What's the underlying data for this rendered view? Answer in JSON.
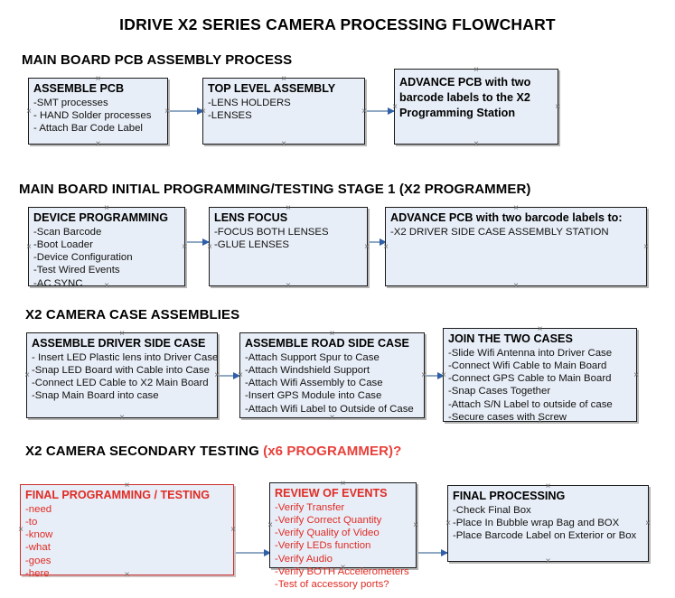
{
  "document": {
    "title": "IDRIVE X2  SERIES CAMERA PROCESSING FLOWCHART"
  },
  "sections": [
    {
      "id": "main-board-pcb-assembly-process",
      "heading": "MAIN BOARD PCB ASSEMBLY PROCESS",
      "heading_accent": "",
      "nodes": [
        {
          "id": "assemble-pcb",
          "title": "ASSEMBLE PCB",
          "lines": [
            "-SMT processes",
            "- HAND Solder processes",
            "- Attach Bar Code Label"
          ],
          "color": "black"
        },
        {
          "id": "top-level-assembly",
          "title": "TOP LEVEL ASSEMBLY",
          "lines": [
            "-LENS HOLDERS",
            "-LENSES"
          ],
          "color": "black"
        },
        {
          "id": "advance-pcb-to-x2-programming-station",
          "title": "ADVANCE PCB with two barcode labels to the  X2 Programming Station",
          "lines": [],
          "color": "black"
        }
      ]
    },
    {
      "id": "main-board-initial-programming-testing-stage-1",
      "heading": "MAIN BOARD INITIAL PROGRAMMING/TESTING STAGE 1 (X2 PROGRAMMER)",
      "heading_accent": "",
      "nodes": [
        {
          "id": "device-programming",
          "title": "DEVICE PROGRAMMING",
          "lines": [
            "-Scan Barcode",
            "-Boot Loader",
            "-Device Configuration",
            "-Test Wired Events",
            "-AC SYNC"
          ],
          "color": "black"
        },
        {
          "id": "lens-focus",
          "title": "LENS FOCUS",
          "lines": [
            "-FOCUS BOTH LENSES",
            "-GLUE LENSES"
          ],
          "color": "black"
        },
        {
          "id": "advance-pcb-to-driver-side-case-assembly",
          "title": "ADVANCE PCB with two barcode labels to:",
          "lines": [
            "-X2 DRIVER  SIDE  CASE  ASSEMBLY STATION"
          ],
          "color": "black"
        }
      ]
    },
    {
      "id": "x2-camera-case-assemblies",
      "heading": "X2 CAMERA CASE ASSEMBLIES",
      "heading_accent": "",
      "nodes": [
        {
          "id": "assemble-driver-side-case",
          "title": "ASSEMBLE DRIVER SIDE CASE",
          "lines": [
            "- Insert LED Plastic lens into Driver Case",
            "-Snap LED Board with Cable into Case",
            "-Connect LED Cable to X2 Main Board",
            "-Snap Main Board into case"
          ],
          "color": "black"
        },
        {
          "id": "assemble-road-side-case",
          "title": "ASSEMBLE ROAD SIDE CASE",
          "lines": [
            "-Attach Support Spur to Case",
            "-Attach Windshield Support",
            "-Attach Wifi Assembly to Case",
            "-Insert GPS Module into Case",
            "-Attach Wifi Label to Outside of Case"
          ],
          "color": "black"
        },
        {
          "id": "join-the-two-cases",
          "title": "JOIN THE TWO CASES",
          "lines": [
            "-Slide Wifi Antenna into Driver Case",
            "-Connect Wifi Cable to Main Board",
            "-Connect GPS Cable to Main Board",
            "-Snap Cases Together",
            "-Attach S/N Label to outside of case",
            "-Secure cases with Screw"
          ],
          "color": "black"
        }
      ]
    },
    {
      "id": "x2-camera-secondary-testing",
      "heading": "X2 CAMERA SECONDARY TESTING ",
      "heading_accent": "(x6 PROGRAMMER)?",
      "nodes": [
        {
          "id": "final-programming-testing",
          "title": "FINAL PROGRAMMING / TESTING",
          "lines": [
            "-need",
            "-to",
            "-know",
            "-what",
            "-goes",
            "-here"
          ],
          "color": "red"
        },
        {
          "id": "review-of-events",
          "title": "REVIEW OF EVENTS",
          "lines": [
            "-Verify Transfer",
            "-Verify Correct Quantity",
            "-Verify Quality of Video",
            "-Verify LEDs function",
            "-Verify Audio",
            "-Verify BOTH Accelerometers",
            "-Test of accessory ports?"
          ],
          "color": "red"
        },
        {
          "id": "final-processing",
          "title": "FINAL PROCESSING",
          "lines": [
            " -Check Final Box",
            "-Place In Bubble wrap Bag and BOX",
            "-Place Barcode Label on Exterior or Box"
          ],
          "color": "black"
        }
      ]
    }
  ],
  "colors": {
    "box_fill": "#e8eef7",
    "box_border": "#1a1a1a",
    "red_text": "#e02b24",
    "connector": "#8fa9c4",
    "arrow_head": "#2f5fa8"
  }
}
